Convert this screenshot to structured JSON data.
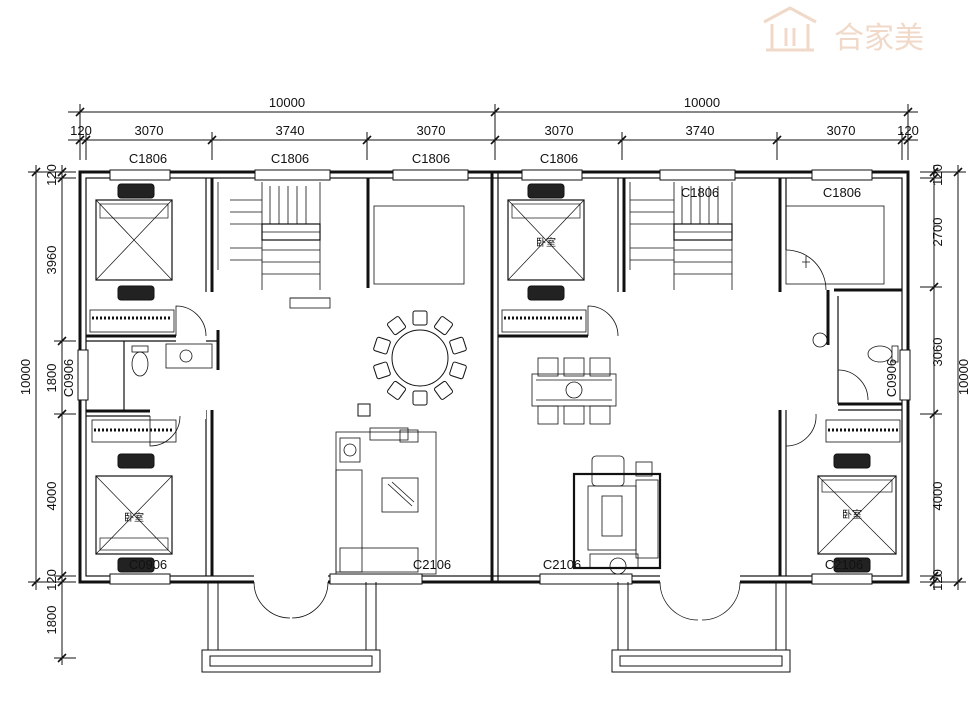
{
  "watermark": {
    "brand": "合家美"
  },
  "dimensions": {
    "top_total_left": "10000",
    "top_total_right": "10000",
    "top_segments": [
      "120",
      "3070",
      "3740",
      "3070",
      "3070",
      "3740",
      "3070",
      "120"
    ],
    "left_total": "10000",
    "left_segments": [
      "120",
      "3960",
      "1800",
      "4000",
      "120",
      "1800"
    ],
    "right_total": "10000",
    "right_segments": [
      "120",
      "2700",
      "3060",
      "4000",
      "120"
    ]
  },
  "windows": {
    "top": [
      "C1806",
      "C1806",
      "C1806",
      "C1806"
    ],
    "upper_right": [
      "C1806",
      "C1806"
    ],
    "side_left": "C0906",
    "side_right": "C0906",
    "bottom": [
      "C0906",
      "C2106",
      "C2106",
      "C2106"
    ]
  },
  "rooms": {
    "bedroom": "卧室"
  }
}
